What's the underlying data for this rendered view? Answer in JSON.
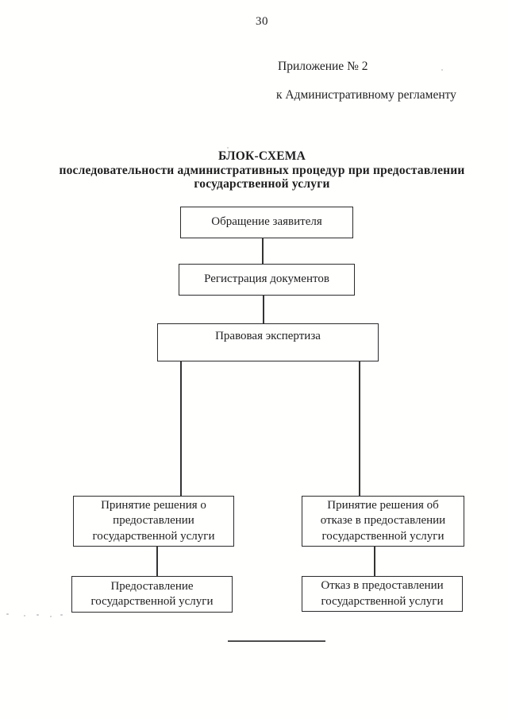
{
  "page": {
    "number": "30",
    "appendix_line1": "Приложение № 2",
    "appendix_line2": "к Административному регламенту"
  },
  "title": {
    "line1": "БЛОК-СХЕМА",
    "line2": "последовательности административных процедур при предоставлении",
    "line3": "государственной услуги"
  },
  "flowchart": {
    "nodes": [
      {
        "id": "applicant-request",
        "lines": [
          "Обращение заявителя"
        ]
      },
      {
        "id": "document-registration",
        "lines": [
          "Регистрация документов"
        ]
      },
      {
        "id": "legal-expertise",
        "lines": [
          "Правовая экспертиза"
        ]
      },
      {
        "id": "decision-grant",
        "lines": [
          "Принятие решения о",
          "предоставлении",
          "государственной услуги"
        ]
      },
      {
        "id": "decision-refuse",
        "lines": [
          "Принятие решения об",
          "отказе в предоставлении",
          "государственной услуги"
        ]
      },
      {
        "id": "service-grant",
        "lines": [
          "Предоставление",
          "государственной услуги"
        ]
      },
      {
        "id": "service-refuse",
        "lines": [
          "Отказ в предоставлении",
          "государственной услуги"
        ]
      }
    ]
  },
  "colors": {
    "ink": "#1f1f1f",
    "border": "#2b2b2b",
    "paper": "#ffffff"
  }
}
